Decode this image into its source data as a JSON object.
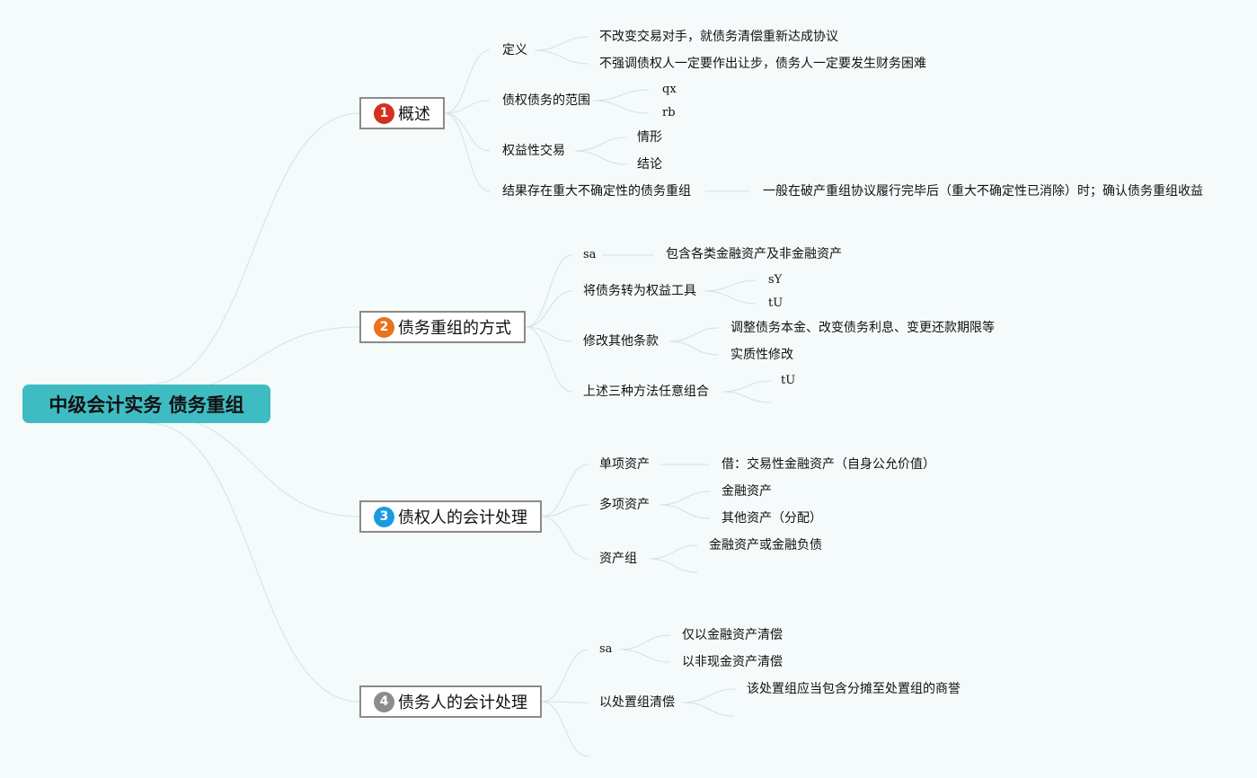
{
  "root": {
    "title": "中级会计实务 债务重组"
  },
  "branches": [
    {
      "number": "1",
      "label": "概述",
      "badge_color": "#d2311f",
      "children": [
        {
          "label": "定义",
          "children": [
            {
              "label": "不改变交易对手，就债务清偿重新达成协议"
            },
            {
              "label": "不强调债权人一定要作出让步，债务人一定要发生财务困难"
            }
          ]
        },
        {
          "label": "债权债务的范围",
          "children": [
            {
              "label": "qx"
            },
            {
              "label": "rb"
            }
          ]
        },
        {
          "label": "权益性交易",
          "children": [
            {
              "label": "情形"
            },
            {
              "label": "结论"
            }
          ]
        },
        {
          "label": "结果存在重大不确定性的债务重组",
          "children": [
            {
              "label": "一般在破产重组协议履行完毕后（重大不确定性已消除）时；确认债务重组收益"
            }
          ]
        }
      ]
    },
    {
      "number": "2",
      "label": "债务重组的方式",
      "badge_color": "#e8731c",
      "children": [
        {
          "label": "sa",
          "children": [
            {
              "label": "包含各类金融资产及非金融资产"
            }
          ]
        },
        {
          "label": "将债务转为权益工具",
          "children": [
            {
              "label": "sY"
            },
            {
              "label": "tU"
            }
          ]
        },
        {
          "label": "修改其他条款",
          "children": [
            {
              "label": "调整债务本金、改变债务利息、变更还款期限等"
            },
            {
              "label": "实质性修改"
            }
          ]
        },
        {
          "label": "上述三种方法任意组合",
          "children": [
            {
              "label": "tU"
            },
            {
              "label": ""
            }
          ]
        }
      ]
    },
    {
      "number": "3",
      "label": "债权人的会计处理",
      "badge_color": "#1a9ae0",
      "children": [
        {
          "label": "单项资产",
          "children": [
            {
              "label": "借：交易性金融资产（自身公允价值）"
            }
          ]
        },
        {
          "label": "多项资产",
          "children": [
            {
              "label": "金融资产"
            },
            {
              "label": "其他资产（分配）"
            }
          ]
        },
        {
          "label": "资产组",
          "children": [
            {
              "label": "金融资产或金融负债"
            },
            {
              "label": ""
            }
          ]
        }
      ]
    },
    {
      "number": "4",
      "label": "债务人的会计处理",
      "badge_color": "#8c8c8c",
      "children": [
        {
          "label": "sa",
          "children": [
            {
              "label": "仅以金融资产清偿"
            },
            {
              "label": "以非现金资产清偿"
            }
          ]
        },
        {
          "label": "以处置组清偿",
          "children": [
            {
              "label": "该处置组应当包含分摊至处置组的商誉"
            },
            {
              "label": ""
            }
          ]
        },
        {
          "label": "",
          "children": []
        }
      ]
    }
  ]
}
